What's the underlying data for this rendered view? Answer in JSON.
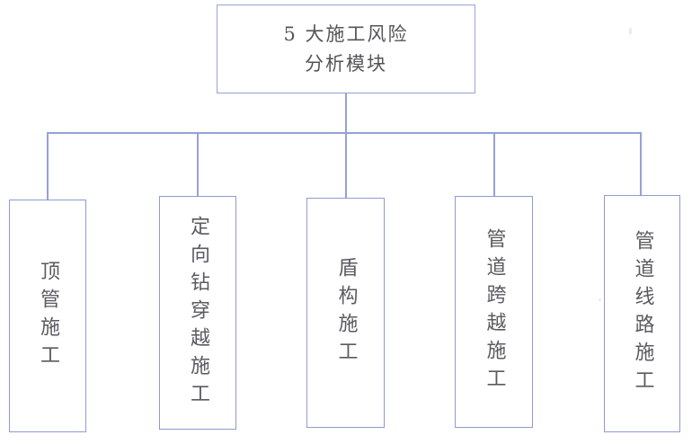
{
  "diagram": {
    "type": "org-chart",
    "orientation": "top-down",
    "line_color": "#96a1d6",
    "text_color": "#585760",
    "background": "#ffffff",
    "root": {
      "id": "root",
      "label": "5 大施工风险\n分析模块",
      "label_lines": [
        "5 大施工风险",
        "分析模块"
      ]
    },
    "children": [
      {
        "id": "child-1",
        "label": "顶管施工"
      },
      {
        "id": "child-2",
        "label": "定向钻穿越施工"
      },
      {
        "id": "child-3",
        "label": "盾构施工"
      },
      {
        "id": "child-4",
        "label": "管道跨越施工"
      },
      {
        "id": "child-5",
        "label": "管道线路施工"
      }
    ]
  }
}
